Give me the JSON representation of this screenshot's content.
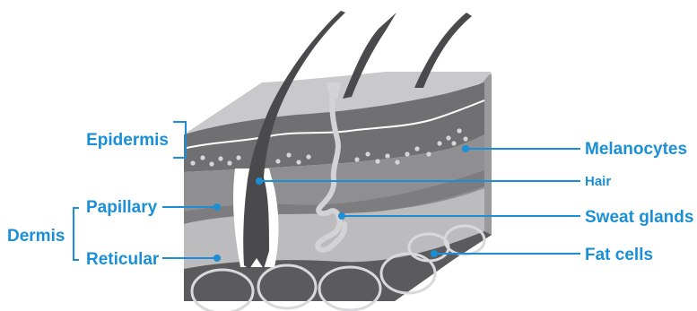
{
  "labels": {
    "epidermis": "Epidermis",
    "dermis": "Dermis",
    "papillary": "Papillary",
    "reticular": "Reticular",
    "melanocytes": "Melanocytes",
    "hair": "Hair",
    "sweat_glands": "Sweat glands",
    "fat_cells": "Fat cells"
  },
  "colors": {
    "label": "#1a8fd6",
    "leader": "#1a8fd6",
    "dark_gray": "#4a4a4c",
    "mid_gray": "#8a8a8c",
    "light_gray": "#bdbdbd"
  }
}
